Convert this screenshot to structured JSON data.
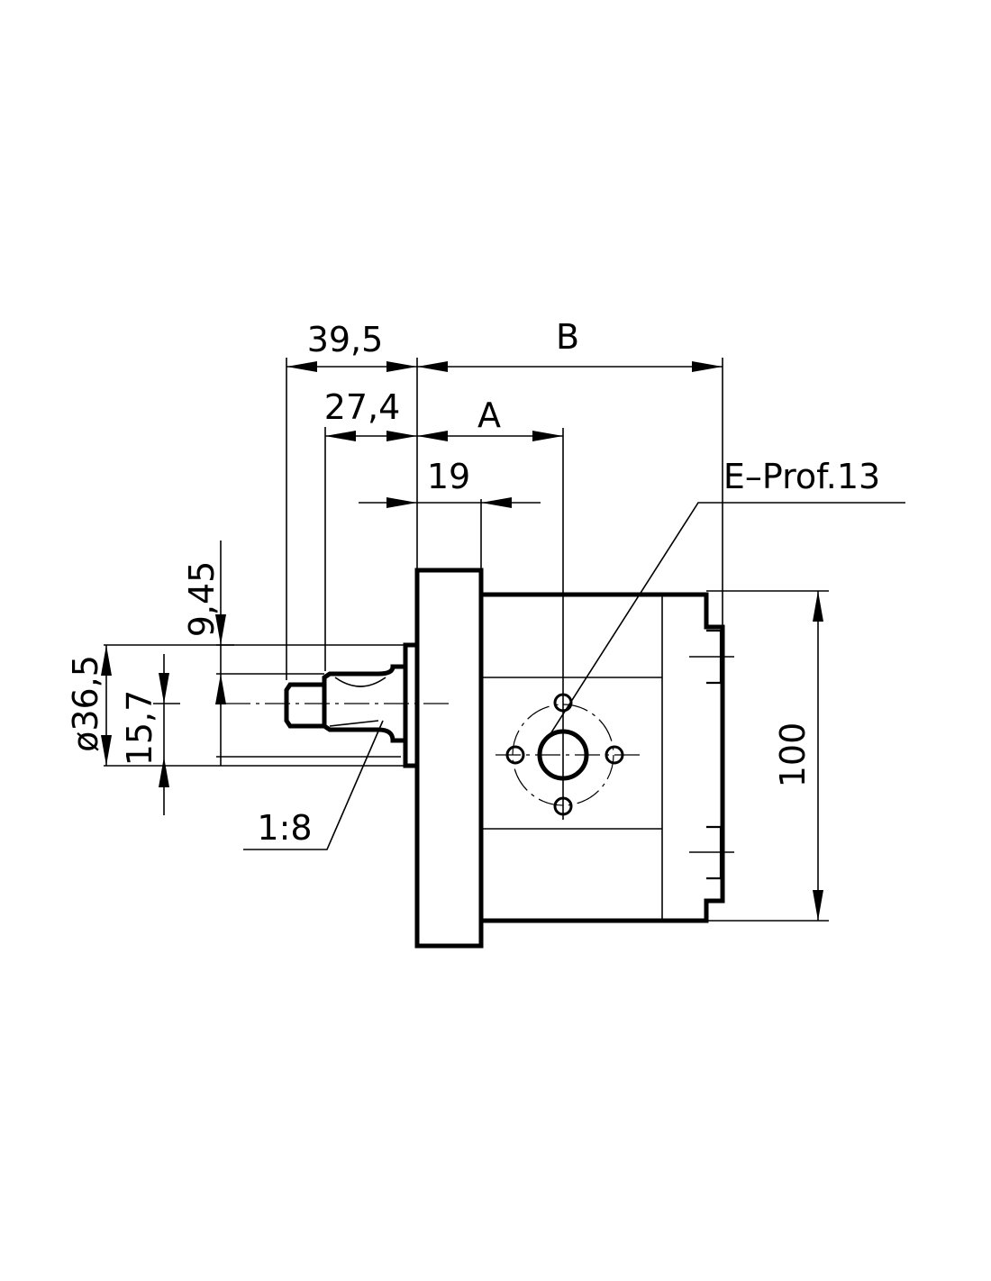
{
  "dimensions": {
    "d_39_5": "39,5",
    "d_B": "B",
    "d_27_4": "27,4",
    "d_A": "A",
    "d_19": "19",
    "d_9_45": "9,45",
    "d_36_5": "ø36,5",
    "d_15_7": "15,7",
    "d_100": "100"
  },
  "callouts": {
    "port_profile": "E–Prof.13",
    "taper": "1:8"
  }
}
